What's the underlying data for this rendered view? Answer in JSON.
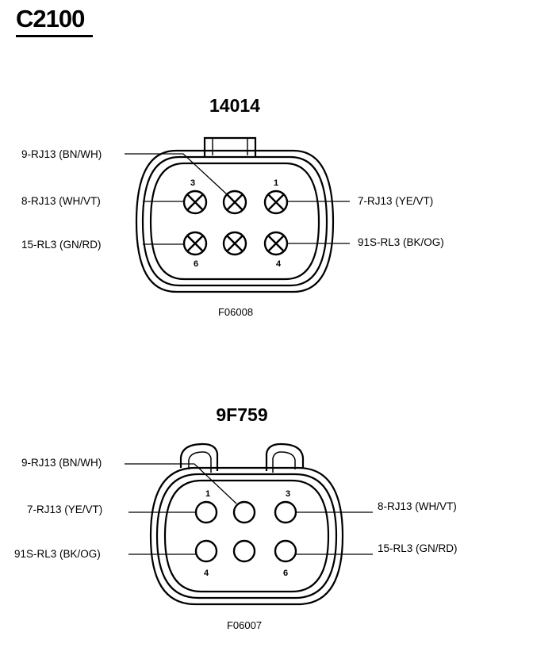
{
  "title": "C2100",
  "connectors": [
    {
      "name": "14014",
      "figure_id": "F06008",
      "pin_style": "crossed",
      "pin_numbers": [
        "3",
        "1",
        "6",
        "4"
      ],
      "wires": [
        "9-RJ13 (BN/WH)",
        "8-RJ13 (WH/VT)",
        "15-RL3 (GN/RD)",
        "7-RJ13 (YE/VT)",
        "91S-RL3 (BK/OG)"
      ]
    },
    {
      "name": "9F759",
      "figure_id": "F06007",
      "pin_style": "open",
      "pin_numbers": [
        "1",
        "3",
        "4",
        "6"
      ],
      "wires": [
        "9-RJ13 (BN/WH)",
        "7-RJ13 (YE/VT)",
        "91S-RL3 (BK/OG)",
        "8-RJ13 (WH/VT)",
        "15-RL3 (GN/RD)"
      ]
    }
  ]
}
